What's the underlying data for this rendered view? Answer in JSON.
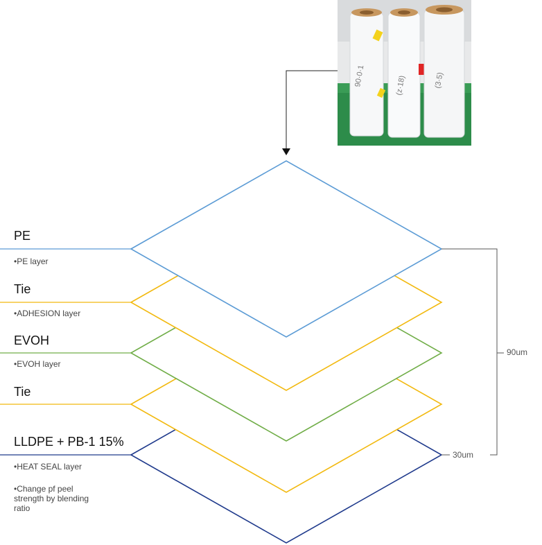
{
  "colors": {
    "pe": "#5b9bd5",
    "tie": "#f2b90f",
    "evoh": "#70ad47",
    "seal": "#1f3a8c",
    "bracket": "#555555"
  },
  "photo": {
    "icon": "film-rolls-photo",
    "roll_marks": [
      "90·0·1",
      "(z·18)",
      "(3·5)"
    ]
  },
  "layers": [
    {
      "title": "PE",
      "notes": [
        "PE layer"
      ]
    },
    {
      "title": "Tie",
      "notes": [
        "ADHESION layer"
      ]
    },
    {
      "title": "EVOH",
      "notes": [
        "EVOH layer"
      ]
    },
    {
      "title": "Tie",
      "notes": []
    },
    {
      "title": "LLDPE + PB-1 15%",
      "notes": [
        "HEAT SEAL layer",
        "Change pf peel strength by blending ratio"
      ]
    }
  ],
  "dimensions": {
    "total": "90um",
    "seal": "30um"
  }
}
